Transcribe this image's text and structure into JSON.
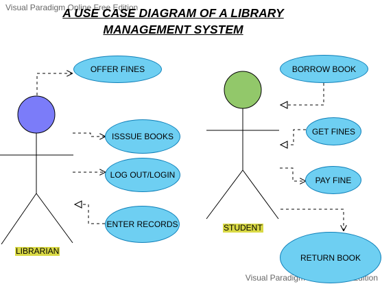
{
  "watermark": {
    "top_text": "Visual Paradigm Online Free Edition",
    "bottom_text": "Visual Paradigm Online Free Edition"
  },
  "title": {
    "line1": "A USE CASE DIAGRAM OF A LIBRARY",
    "line2": "MANAGEMENT SYSTEM"
  },
  "actors": {
    "librarian": {
      "label": "LIBRARIAN",
      "head_color": "#7b7cf9"
    },
    "student": {
      "label": "STUDENT",
      "head_color": "#92c86a"
    }
  },
  "use_cases": {
    "offer_fines": "OFFER FINES",
    "issue_books": "ISSSUE BOOKS",
    "logout_login": "LOG OUT/LOGIN",
    "enter_records": "ENTER RECORDS",
    "borrow_book": "BORROW BOOK",
    "get_fines": "GET FINES",
    "pay_fine": "PAY FINE",
    "return_book": "RETURN BOOK"
  },
  "colors": {
    "use_case_fill": "#6ecff2",
    "use_case_border": "#0e7fb8",
    "actor_label_highlight": "#d9d945"
  }
}
